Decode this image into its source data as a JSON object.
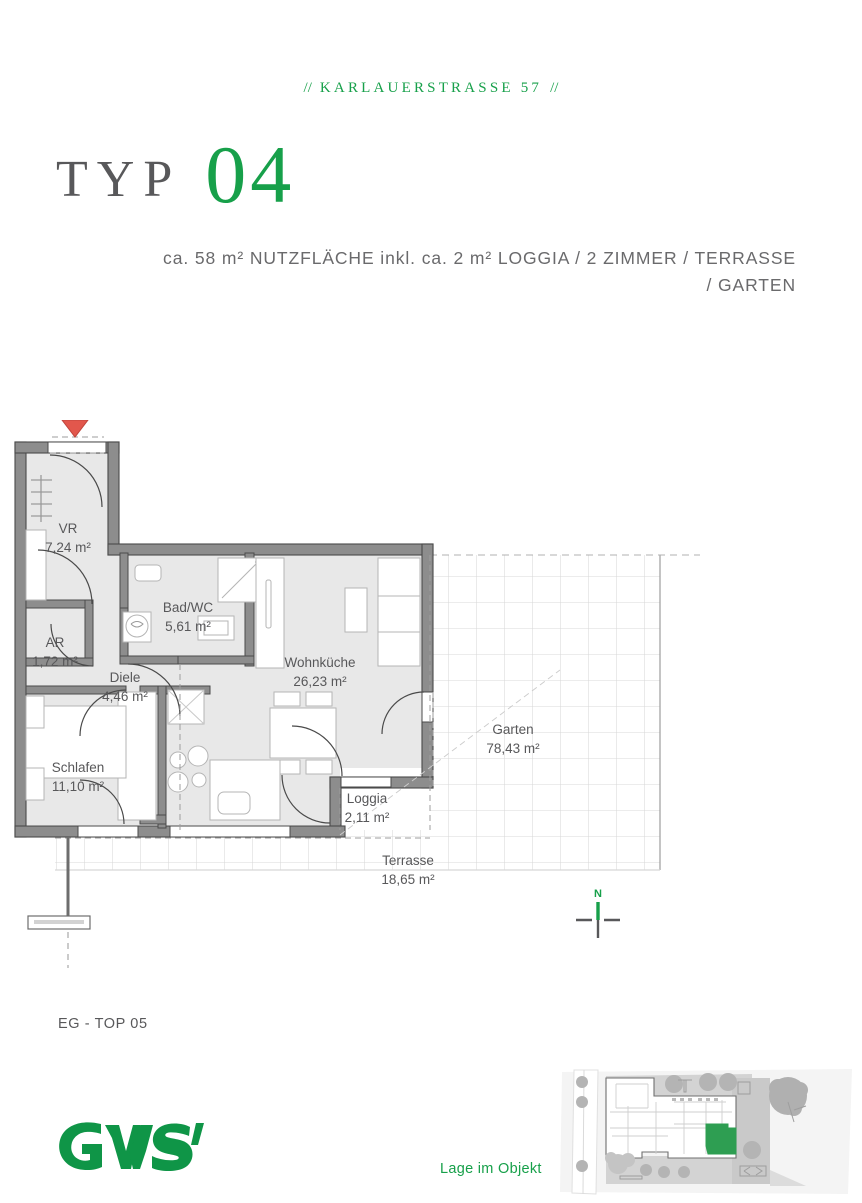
{
  "header": {
    "street": "KARLAUERSTRASSE 57",
    "slash_left": "//",
    "slash_right": "//",
    "typ_word": "TYP",
    "typ_number": "04",
    "subtitle_line1": "ca. 58 m² NUTZFLÄCHE inkl. ca. 2 m² LOGGIA  /  2 ZIMMER  /  TERRASSE",
    "subtitle_line2": "/  GARTEN"
  },
  "plan": {
    "rooms": [
      {
        "name": "VR",
        "area": "7,24 m²"
      },
      {
        "name": "Bad/WC",
        "area": "5,61 m²"
      },
      {
        "name": "Wohnküche",
        "area": "26,23 m²"
      },
      {
        "name": "AR",
        "area": "1,72 m²"
      },
      {
        "name": "Diele",
        "area": "4,46 m²"
      },
      {
        "name": "Schlafen",
        "area": "11,10 m²"
      },
      {
        "name": "Loggia",
        "area": "2,11 m²"
      },
      {
        "name": "Terrasse",
        "area": "18,65 m²"
      },
      {
        "name": "Garten",
        "area": "78,43 m²"
      }
    ],
    "north_label": "N",
    "entrance_marker": "entrance-arrow"
  },
  "footer": {
    "floor_label": "EG - TOP 05",
    "logo_text": "GWS",
    "site_caption": "Lage im Objekt"
  },
  "colors": {
    "brand_green": "#17a04a",
    "logo_green": "#0f9547",
    "text_gray": "#58585a",
    "wall_gray": "#8d8d8d",
    "room_fill": "#e8e8e8",
    "entrance_red": "#e2574c",
    "highlight_green": "#2e9e52"
  }
}
